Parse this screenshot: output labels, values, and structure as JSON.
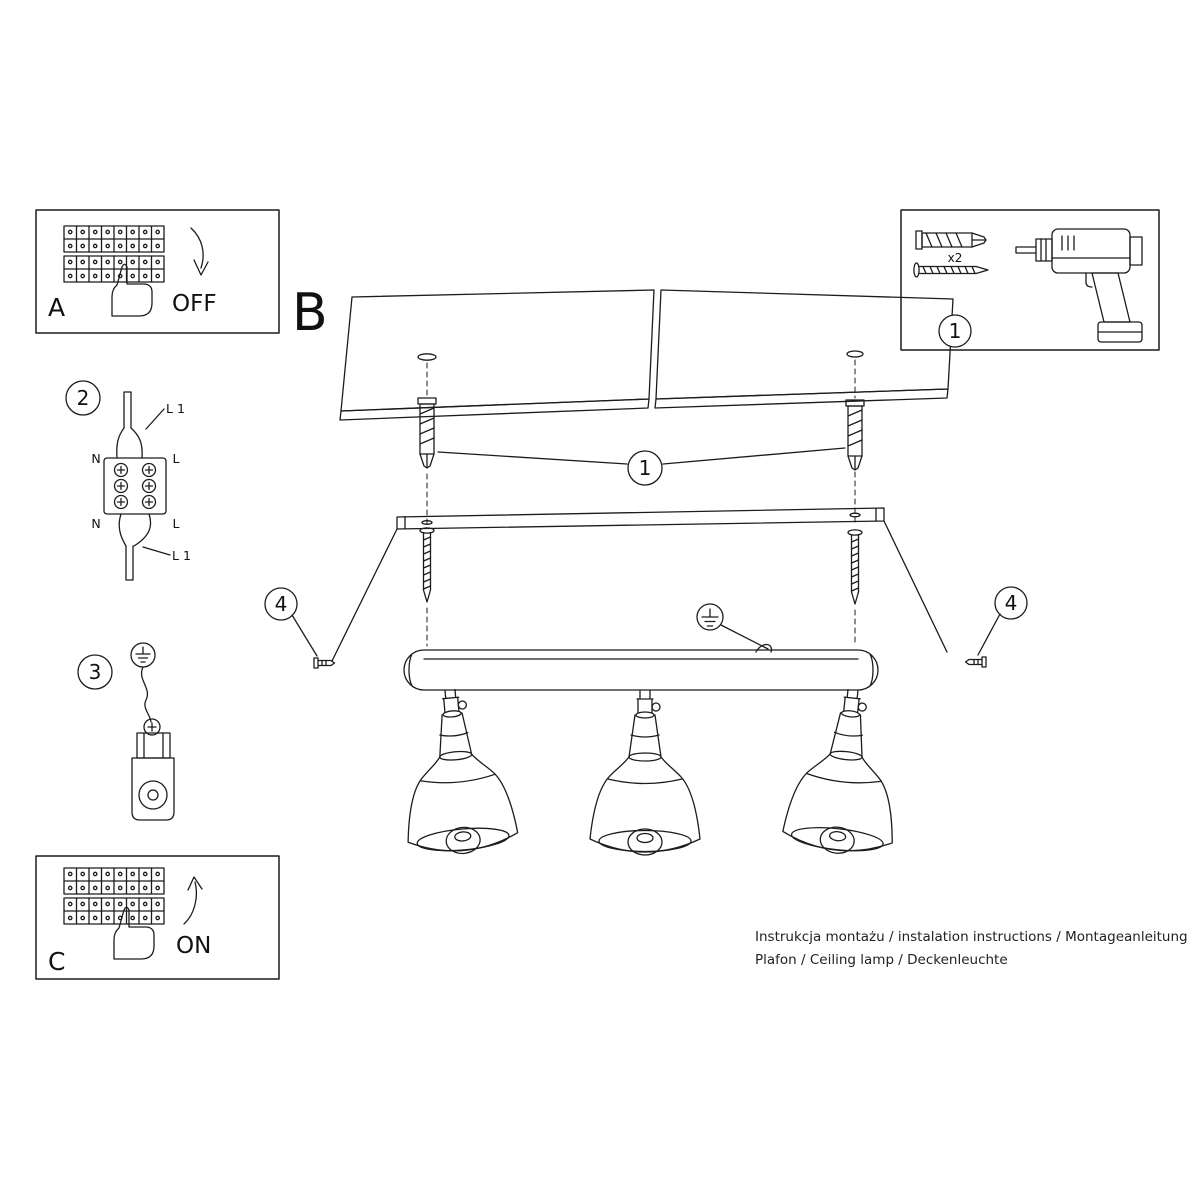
{
  "panels": {
    "a": {
      "label": "A",
      "state": "OFF"
    },
    "c": {
      "label": "C",
      "state": "ON"
    }
  },
  "steps": {
    "b": "B",
    "s1": "1",
    "s2": "2",
    "s3": "3",
    "s4": "4",
    "tools": "1"
  },
  "tools": {
    "qty": "x2"
  },
  "wiring": {
    "top": "L 1",
    "top_left": "N",
    "top_right": "L",
    "bottom_left": "N",
    "bottom_right": "L",
    "bottom": "L 1"
  },
  "footer": {
    "line1": "Instrukcja montażu / instalation instructions / Montageanleitung",
    "line2": "Plafon / Ceiling lamp / Deckenleuchte"
  }
}
